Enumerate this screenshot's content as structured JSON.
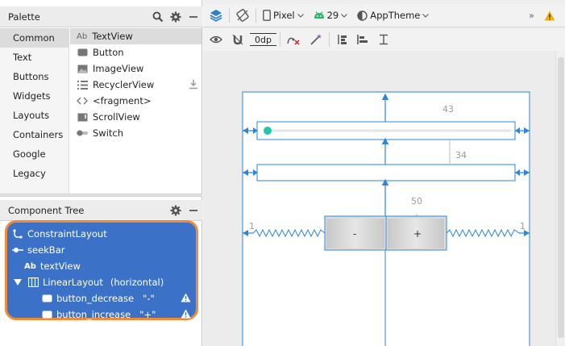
{
  "palette": {
    "title": "Palette",
    "categories": [
      "Common",
      "Text",
      "Buttons",
      "Widgets",
      "Layouts",
      "Containers",
      "Google",
      "Legacy"
    ],
    "active_category": "Common",
    "items": [
      {
        "label": "TextView",
        "icon": "text-view-icon"
      },
      {
        "label": "Button",
        "icon": "button-icon"
      },
      {
        "label": "ImageView",
        "icon": "image-view-icon"
      },
      {
        "label": "RecyclerView",
        "icon": "recycler-view-icon"
      },
      {
        "label": "<fragment>",
        "icon": "fragment-icon"
      },
      {
        "label": "ScrollView",
        "icon": "scroll-view-icon"
      },
      {
        "label": "Switch",
        "icon": "switch-icon"
      }
    ],
    "textview_icon_text": "Ab"
  },
  "component_tree": {
    "title": "Component Tree",
    "nodes": [
      {
        "label": "ConstraintLayout",
        "extra": ""
      },
      {
        "label": "seekBar",
        "extra": ""
      },
      {
        "label": "textView",
        "extra": ""
      },
      {
        "label": "LinearLayout",
        "extra": "(horizontal)"
      },
      {
        "label": "button_decrease",
        "extra": "\"-\""
      },
      {
        "label": "button_increase",
        "extra": "\"+\""
      }
    ],
    "textview_icon_text": "Ab"
  },
  "toolbar": {
    "device": "Pixel",
    "api": "29",
    "theme": "AppTheme",
    "margin": "0dp",
    "overflow": "»"
  },
  "design": {
    "dims": {
      "top_margin": "43",
      "middle_margin": "34",
      "button_margin": "50",
      "left_margin": "1",
      "right_margin": "1"
    },
    "buttons": {
      "decrease": "-",
      "increase": "+"
    }
  },
  "colors": {
    "blueprint": "#2f86d6",
    "seekbar_thumb": "#1fc8a8",
    "tree_selection": "#3b72c8",
    "highlight_outline": "#f08a37",
    "warning": "#f0b400"
  }
}
